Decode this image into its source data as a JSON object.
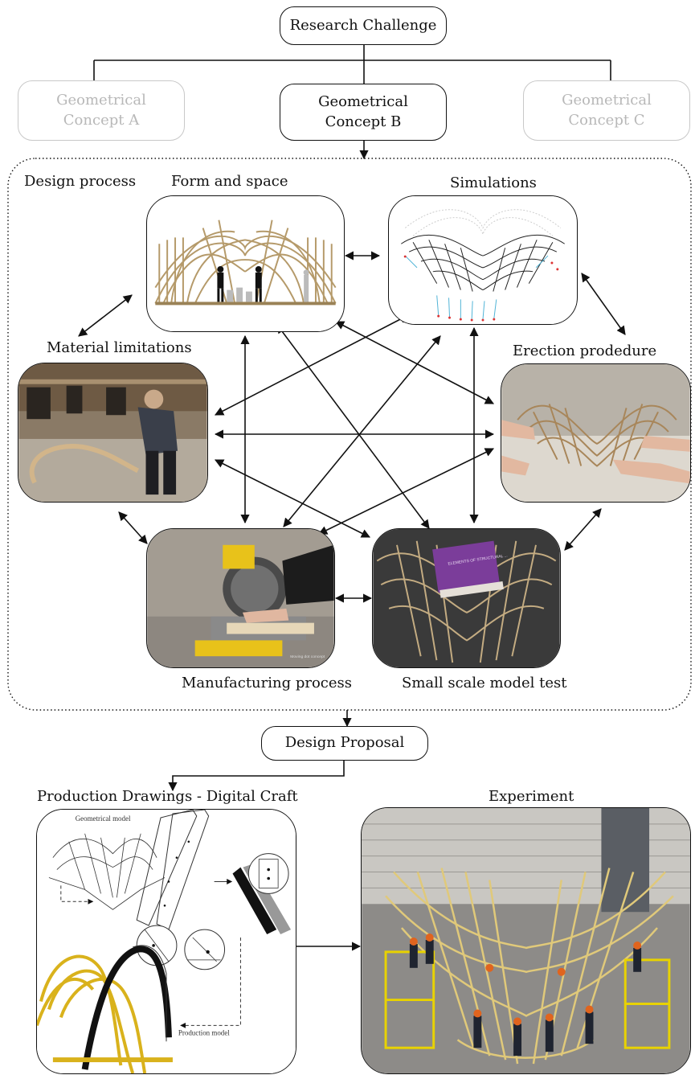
{
  "top": {
    "research_challenge": "Research Challenge",
    "concept_a": "Geometrical\nConcept A",
    "concept_b": "Geometrical\nConcept B",
    "concept_c": "Geometrical\nConcept C"
  },
  "design_process": {
    "title": "Design process",
    "form_and_space": "Form and space",
    "simulations": "Simulations",
    "material_limitations": "Material limitations",
    "erection_procedure": "Erection prodedure",
    "manufacturing_process": "Manufacturing process",
    "small_scale_model_test": "Small scale model test",
    "book_title": "ELEMENTS OF STRUCTURAL ...",
    "photo_caption": "Moving dot concept"
  },
  "bottom": {
    "design_proposal": "Design Proposal",
    "production_drawings": "Production Drawings - Digital Craft",
    "experiment": "Experiment",
    "geometrical_model": "Geometrical model",
    "production_model": "Production model"
  }
}
